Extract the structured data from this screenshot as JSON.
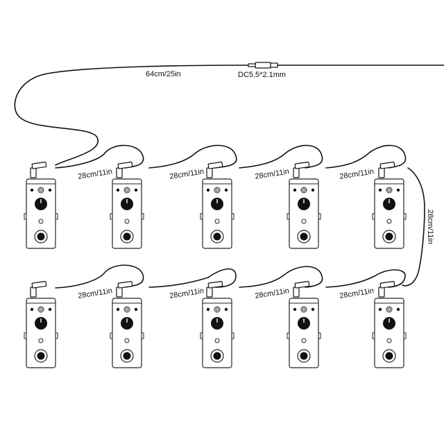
{
  "labels": {
    "main_cable": "64cm/25in",
    "dc_plug": "DC5.5*2.1mm",
    "daisy": [
      "28cm/11in",
      "28cm/11in",
      "28cm/11in",
      "28cm/11in",
      "28cm/11in",
      "28cm/11in",
      "28cm/11in",
      "28cm/11in"
    ],
    "vertical": "28cm/11in"
  },
  "colors": {
    "stroke": "#111111",
    "background": "#ffffff"
  },
  "pedal_count": 10,
  "pedal_rows": 2,
  "pedals_per_row": 5
}
